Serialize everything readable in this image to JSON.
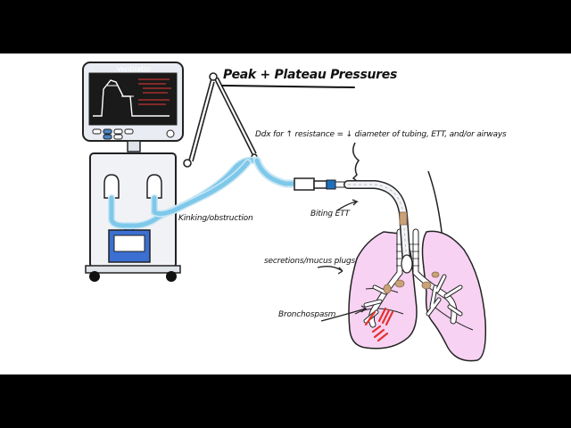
{
  "title": "Peak + Plateau Pressures",
  "ventilator_label": "Ventilator",
  "annotations": {
    "ddx": "Ddx for ↑ resistance = ↓ diameter of tubing, ETT, and/or airways",
    "kinking": "Kinking/obstruction",
    "biting": "Biting ETT",
    "secretions": "secretions/mucus plugs",
    "bronchospasm": "Bronchospasm"
  },
  "colors": {
    "frame": "#000000",
    "tubing": "#7ec8ea",
    "lung": "#f7d2f2",
    "ett": "#c9a27a",
    "bronchospasm": "#e5322d",
    "connector": "#1f6fbf",
    "screen": "#1a1a1a",
    "screen_trace": "#ffffff",
    "screen_alert": "#e53935"
  }
}
